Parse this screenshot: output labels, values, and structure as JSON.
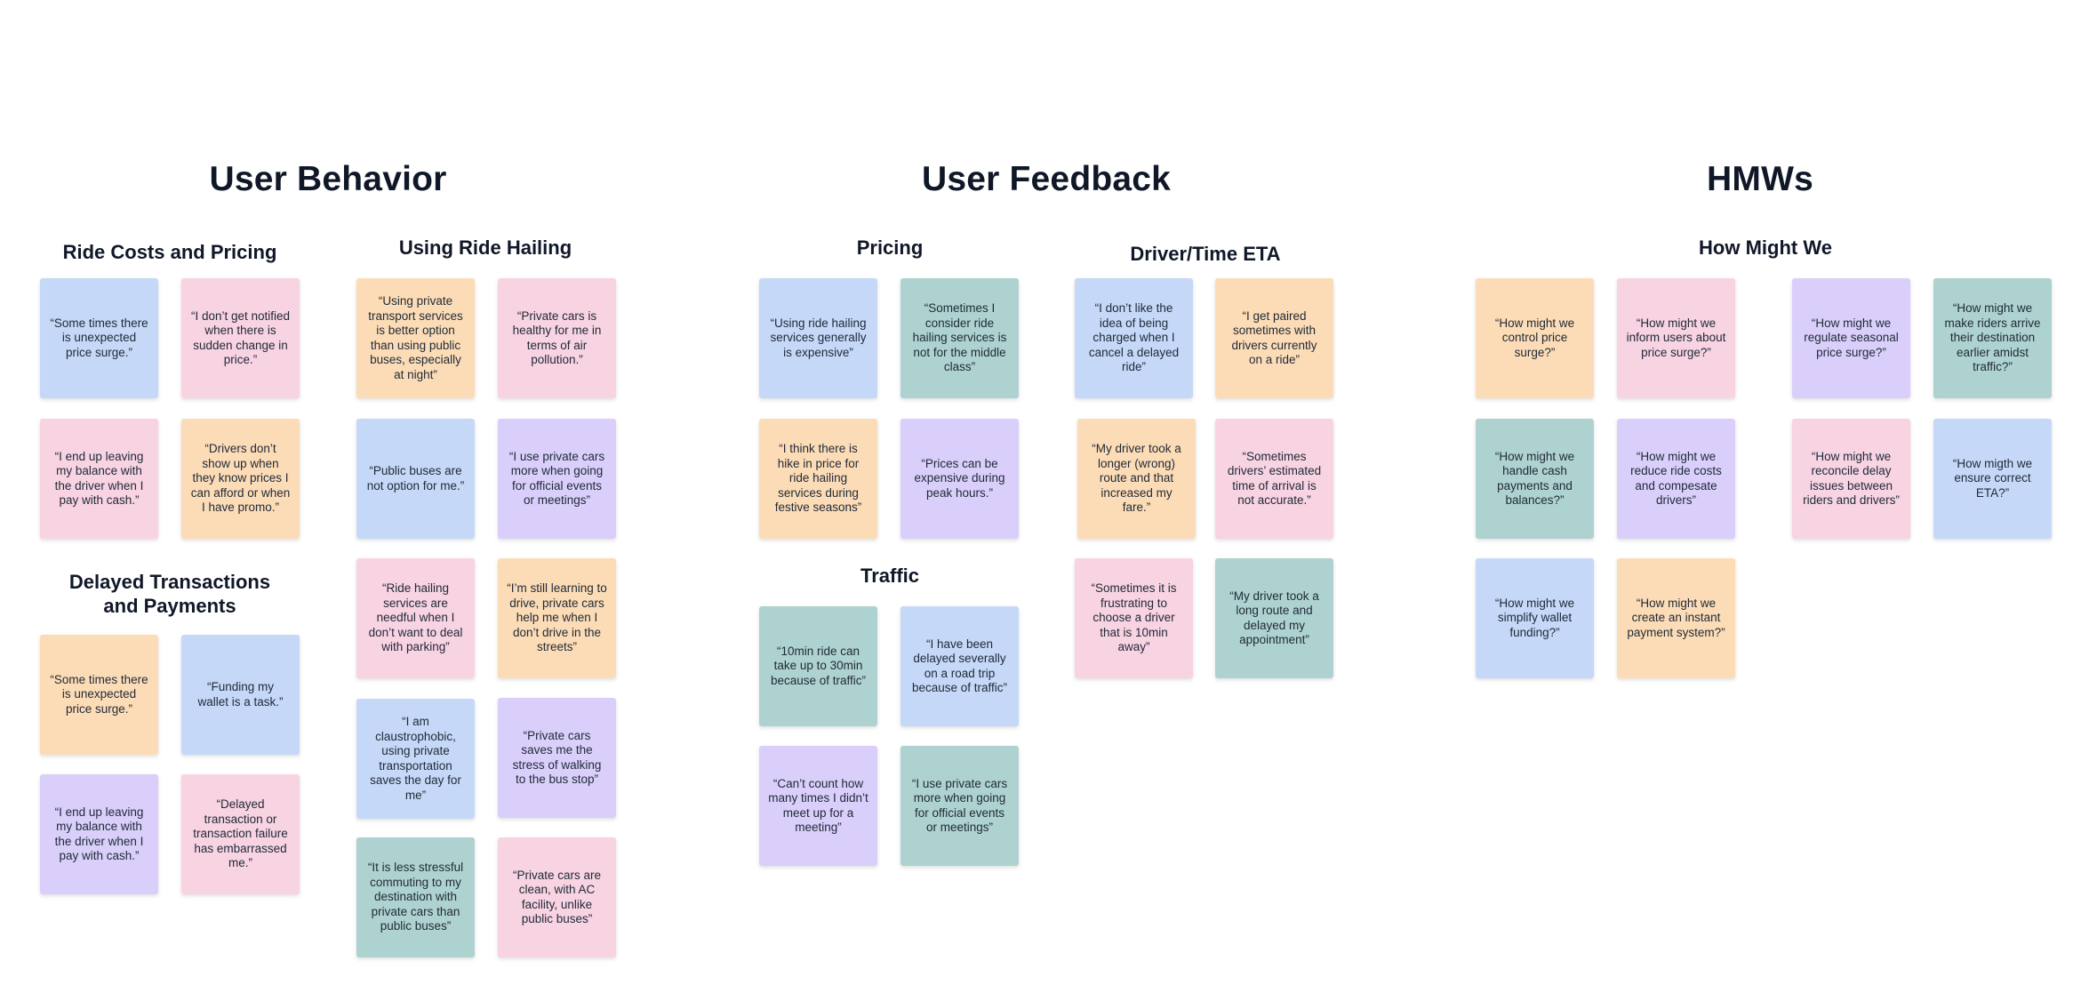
{
  "sections": {
    "behavior": "User Behavior",
    "feedback": "User Feedback",
    "hmws": "HMWs"
  },
  "groups": {
    "ride_costs": "Ride Costs and Pricing",
    "using_ride_hailing": "Using Ride Hailing",
    "delayed_transactions": "Delayed Transactions and Payments",
    "pricing": "Pricing",
    "driver_eta": "Driver/Time ETA",
    "traffic": "Traffic",
    "how_might_we": "How Might We"
  },
  "colors": {
    "blue": "#c5d8f7",
    "pink": "#f8d3e2",
    "orange": "#fcdcb6",
    "purple": "#d9cffa",
    "teal": "#aed2d0"
  },
  "notes": {
    "rc1": "“Some times there is unexpected price surge.”",
    "rc2": "“I don’t get notified when there is sudden change in price.”",
    "rc3": "“I end up leaving my balance with the driver when I pay with cash.”",
    "rc4": "“Drivers don’t show up when they know prices I can afford or when I have promo.”",
    "dt1": "“Some times there is unexpected price surge.”",
    "dt2": "“Funding my wallet is a task.”",
    "dt3": "“I end up leaving my balance with the driver when I pay with cash.”",
    "dt4": "“Delayed transaction or transaction failure has embarrassed me.”",
    "rh1": "“Using private transport services is better option than using public buses, especially at night”",
    "rh2": "“Private cars is healthy for me in terms of air pollution.”",
    "rh3": "“Public buses are not option for me.”",
    "rh4": "“I use private cars more when going for official events or meetings”",
    "rh5": "“Ride hailing services are needful when I don’t want to deal with parking”",
    "rh6": "“I’m still learning to drive, private cars help me when I don’t drive in the streets”",
    "rh7": "“I am claustrophobic, using private transportation saves the day for me”",
    "rh8": "“Private cars saves me the stress of walking to the bus stop”",
    "rh9": "“It is less stressful commuting to my destination with private cars than public buses”",
    "rh10": "“Private cars are clean, with AC facility, unlike public buses”",
    "pr1": "“Using ride hailing services generally is expensive”",
    "pr2": "“Sometimes I consider ride hailing services is not for the middle class”",
    "pr3": "“I think there is hike in price for ride hailing services during festive seasons”",
    "pr4": "“Prices can be expensive during peak hours.”",
    "tr1": "“10min ride can take up to 30min because of traffic”",
    "tr2": "“I have been delayed severally on a road trip because of traffic”",
    "tr3": "“Can’t count how many times I didn’t meet up for a meeting”",
    "tr4": "“I use private cars more when going for official events or meetings”",
    "de1": "“I don’t like the idea of being charged when I cancel a delayed ride”",
    "de2": "“I get paired sometimes with drivers currently on a ride”",
    "de3": "“My driver took a longer (wrong) route and that increased my fare.”",
    "de4": "“Sometimes drivers’ estimated time of arrival is not accurate.”",
    "de5": "“Sometimes it is frustrating to choose a driver that is 10min away”",
    "de6": "“My driver took a long route and delayed my appointment”",
    "hm1": "“How might we control price surge?”",
    "hm2": "“How might we inform users about price surge?”",
    "hm3": "“How might we regulate seasonal price surge?”",
    "hm4": "“How might we make riders arrive their destination earlier amidst traffic?”",
    "hm5": "“How might we handle cash payments and balances?”",
    "hm6": "“How might we reduce ride costs and compesate drivers”",
    "hm7": "“How might we reconcile delay issues between riders and drivers”",
    "hm8": "“How migth we ensure correct ETA?”",
    "hm9": "“How might we simplify wallet funding?”",
    "hm10": "“How might we create an instant payment system?”"
  }
}
